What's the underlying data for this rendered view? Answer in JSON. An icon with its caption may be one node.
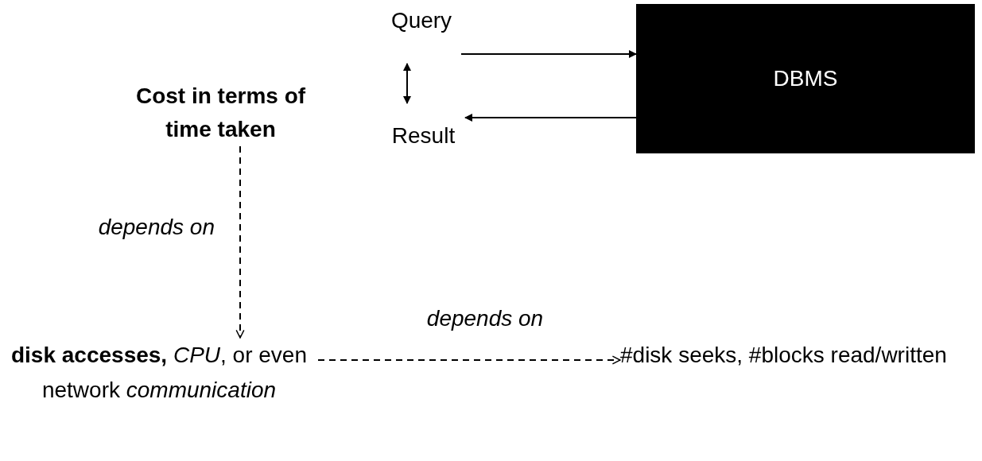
{
  "diagram": {
    "nodes": [
      {
        "text": [
          "Cost in terms of time taken"
        ]
      },
      {
        "text": [
          "Query"
        ]
      },
      {
        "text": [
          "Result"
        ]
      },
      {
        "text": [
          "DBMS"
        ]
      },
      {
        "text": [
          "**disk accesses,** *CPU*, or even network *communication*"
        ]
      },
      {
        "text": [
          "#disk seeks, #blocks read/written"
        ]
      }
    ],
    "edges": [
      {
        "from": 0,
        "to": 4,
        "arrow": "to",
        "style": "dashed",
        "label": "depends on"
      },
      {
        "from": 4,
        "to": 5,
        "arrow": "to",
        "style": "dashed",
        "label": "depends on"
      },
      {
        "from": 1,
        "to": 2,
        "arrow": "both"
      },
      {
        "from": 1,
        "to": 3,
        "arrow": "to"
      },
      {
        "from": 3,
        "to": 2,
        "arrow": "to"
      }
    ]
  }
}
